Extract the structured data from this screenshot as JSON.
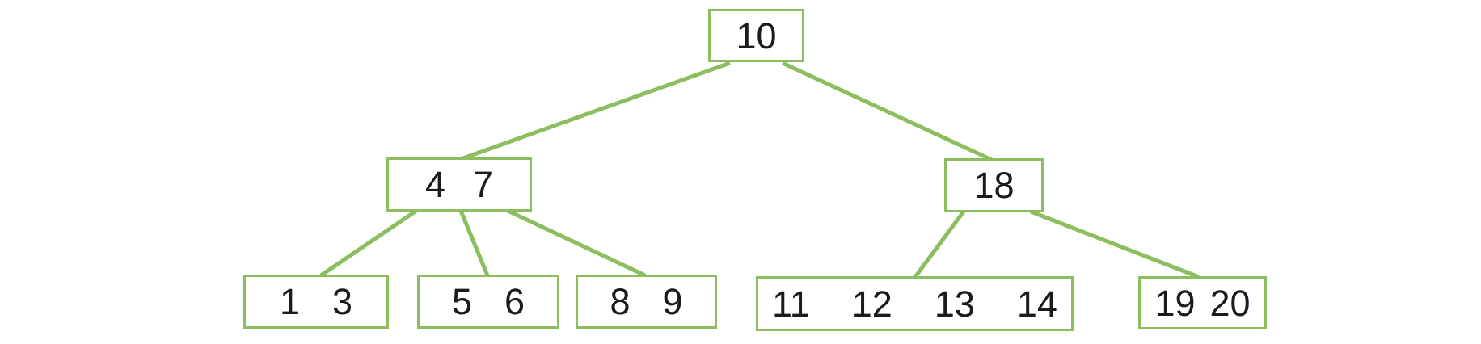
{
  "diagram": {
    "type": "b-tree",
    "colors": {
      "accent": "#8cbe5f",
      "text": "#1b1b1b",
      "background": "#ffffff"
    },
    "nodes": {
      "root": {
        "keys": [
          "10"
        ]
      },
      "internal_left": {
        "keys": [
          "4",
          "7"
        ]
      },
      "internal_right": {
        "keys": [
          "18"
        ]
      },
      "leaf_1": {
        "keys": [
          "1",
          "3"
        ]
      },
      "leaf_2": {
        "keys": [
          "5",
          "6"
        ]
      },
      "leaf_3": {
        "keys": [
          "8",
          "9"
        ]
      },
      "leaf_4": {
        "keys": [
          "11",
          "12",
          "13",
          "14"
        ]
      },
      "leaf_5": {
        "keys": [
          "19",
          "20"
        ]
      }
    },
    "edges": [
      {
        "from": "root",
        "to": "internal_left"
      },
      {
        "from": "root",
        "to": "internal_right"
      },
      {
        "from": "internal_left",
        "to": "leaf_1"
      },
      {
        "from": "internal_left",
        "to": "leaf_2"
      },
      {
        "from": "internal_left",
        "to": "leaf_3"
      },
      {
        "from": "internal_right",
        "to": "leaf_4"
      },
      {
        "from": "internal_right",
        "to": "leaf_5"
      }
    ]
  }
}
